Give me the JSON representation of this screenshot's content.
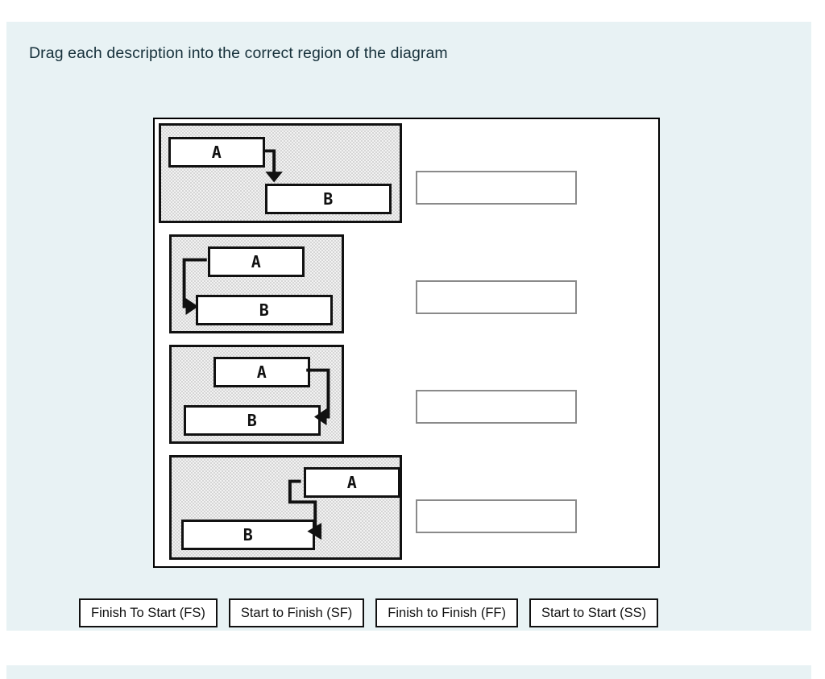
{
  "page": {
    "background_color": "#ffffff",
    "panel_color": "#e8f2f4",
    "text_color": "#17313b",
    "accent_border": "#111111",
    "dropzone_border": "#8a8a8a"
  },
  "prompt": {
    "text": "Drag each description into the correct region of the diagram"
  },
  "diagram": {
    "task_a_label": "A",
    "task_b_label": "B",
    "rows": [
      {
        "id": "row-1",
        "relationship": "Finish To Start (FS)",
        "description": "Task A finishes at top-left, arrow leaves A's right edge, drops down and enters the top of Task B which is offset to the lower right",
        "drop_zone_value": "",
        "drop_zone_placeholder": ""
      },
      {
        "id": "row-2",
        "relationship": "Start to Start (SS)",
        "description": "Arrow leaves Task A's left edge, routes left and down, then enters Task B's left edge",
        "drop_zone_value": "",
        "drop_zone_placeholder": ""
      },
      {
        "id": "row-3",
        "relationship": "Finish to Finish (FF)",
        "description": "Arrow leaves Task A's right edge, routes right and down, then enters Task B's right edge",
        "drop_zone_value": "",
        "drop_zone_placeholder": ""
      },
      {
        "id": "row-4",
        "relationship": "Start to Finish (SF)",
        "description": "Task A sits upper-right, arrow leaves A's left edge, steps left and down, then enters Task B's right edge",
        "drop_zone_value": "",
        "drop_zone_placeholder": ""
      }
    ]
  },
  "answers": {
    "options": [
      {
        "label": "Finish To Start (FS)",
        "code": "FS"
      },
      {
        "label": "Start to Finish (SF)",
        "code": "SF"
      },
      {
        "label": "Finish to Finish (FF)",
        "code": "FF"
      },
      {
        "label": "Start to Start (SS)",
        "code": "SS"
      }
    ]
  }
}
